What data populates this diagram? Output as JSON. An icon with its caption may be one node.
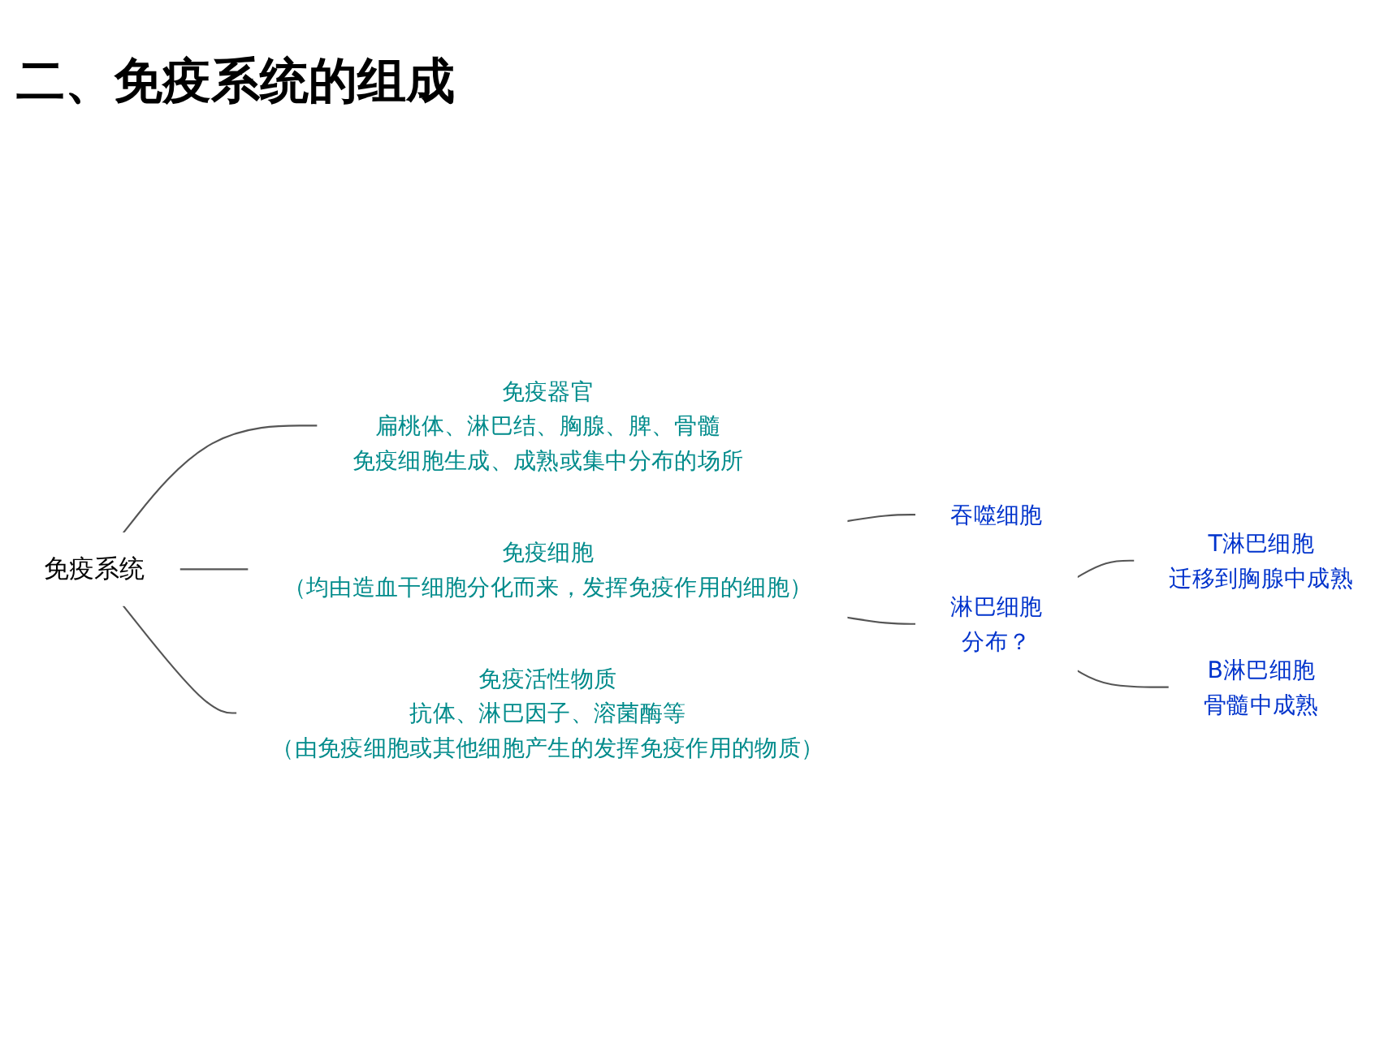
{
  "diagram": {
    "title": "二、免疫系统的组成",
    "nodes": [
      {
        "text": [
          "免疫系统"
        ]
      },
      {
        "text": [
          "免疫器官",
          "扁桃体、淋巴结、胸腺、脾、骨髓",
          "免疫细胞生成、成熟或集中分布的场所"
        ]
      },
      {
        "text": [
          "免疫细胞",
          "（均由造血干细胞分化而来，发挥免疫作用的细胞）"
        ]
      },
      {
        "text": [
          "吞噬细胞"
        ]
      },
      {
        "text": [
          "淋巴细胞",
          "分布？"
        ]
      },
      {
        "text": [
          "T淋巴细胞",
          "迁移到胸腺中成熟"
        ]
      },
      {
        "text": [
          "B淋巴细胞",
          "骨髓中成熟"
        ]
      },
      {
        "text": [
          "免疫活性物质",
          "抗体、淋巴因子、溶菌酶等",
          "（由免疫细胞或其他细胞产生的发挥免疫作用的物质）"
        ]
      }
    ],
    "edges": [
      {
        "from": 0,
        "to": 1,
        "arrow": "none"
      },
      {
        "from": 0,
        "to": 2,
        "arrow": "none"
      },
      {
        "from": 0,
        "to": 7,
        "arrow": "none"
      },
      {
        "from": 2,
        "to": 3,
        "arrow": "none"
      },
      {
        "from": 2,
        "to": 4,
        "arrow": "none"
      },
      {
        "from": 4,
        "to": 5,
        "arrow": "none"
      },
      {
        "from": 4,
        "to": 6,
        "arrow": "none"
      }
    ]
  }
}
